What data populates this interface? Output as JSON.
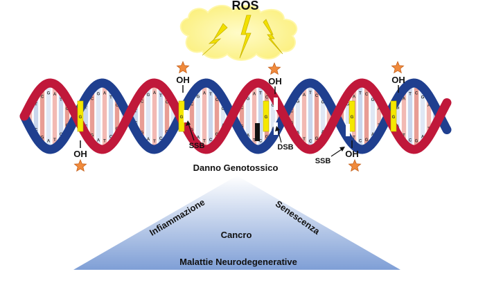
{
  "title": "ROS",
  "damage_label": "Danno Genotossico",
  "hydroxyl_label": "OH",
  "break_labels": [
    "SSB",
    "DSB",
    "SSB"
  ],
  "outcomes": {
    "left": "Infiammazione",
    "right": "Senescenza",
    "center": "Cancro",
    "bottom": "Malattie Neurodegenerative"
  },
  "base_letters": [
    "A",
    "T",
    "C",
    "G"
  ],
  "colors": {
    "strand_red": "#c0183a",
    "strand_blue": "#1f3f8f",
    "cloud": "#fdf48f",
    "bolt": "#f2e000",
    "star": "#f08a3c",
    "break_fill": "#f5e800",
    "triangle_top": "#ffffff",
    "triangle_bottom": "#7f9fd6"
  }
}
